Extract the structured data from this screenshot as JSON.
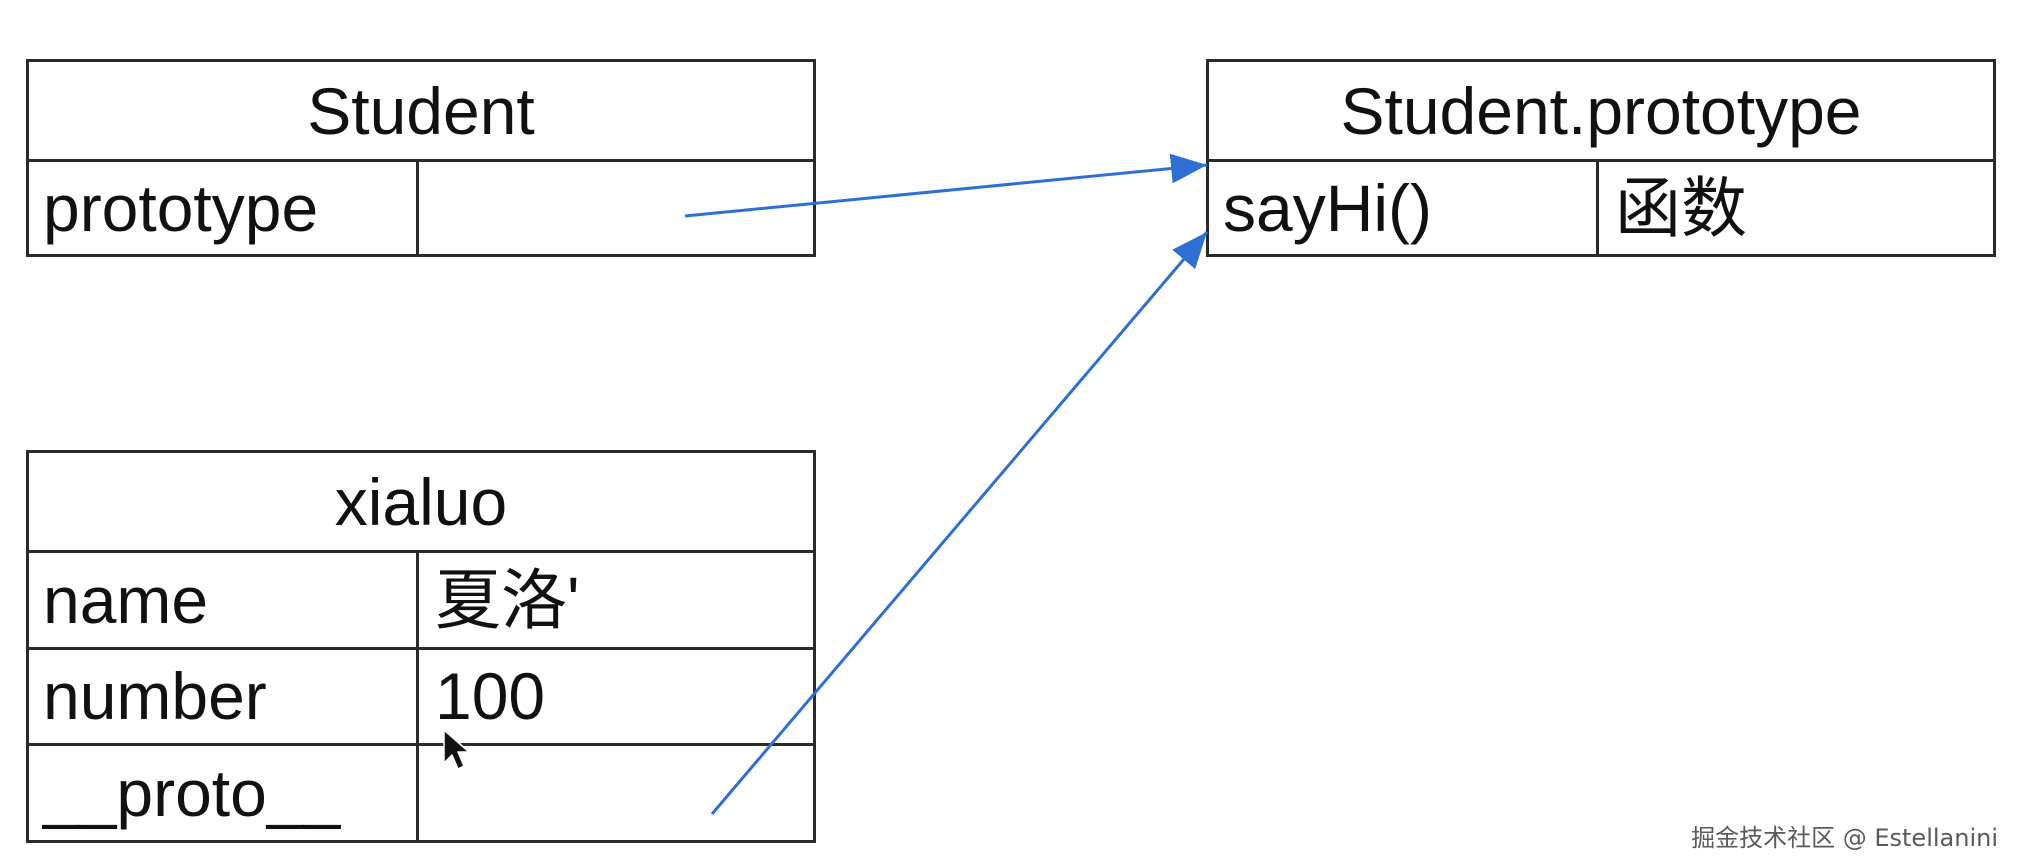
{
  "diagram": {
    "student": {
      "title": "Student",
      "rows": [
        {
          "key": "prototype",
          "value": ""
        }
      ]
    },
    "student_prototype": {
      "title": "Student.prototype",
      "rows": [
        {
          "key": "sayHi()",
          "value": "函数"
        }
      ]
    },
    "xialuo": {
      "title": "xialuo",
      "rows": [
        {
          "key": "name",
          "value": "夏洛'"
        },
        {
          "key": "number",
          "value": "100"
        },
        {
          "key": "__proto__",
          "value": ""
        }
      ]
    },
    "arrow_color": "#2e6fd4",
    "border_color": "#2a2a2a",
    "cursor_icon": "mouse-pointer"
  },
  "watermark": "掘金技术社区 @ Estellanini"
}
